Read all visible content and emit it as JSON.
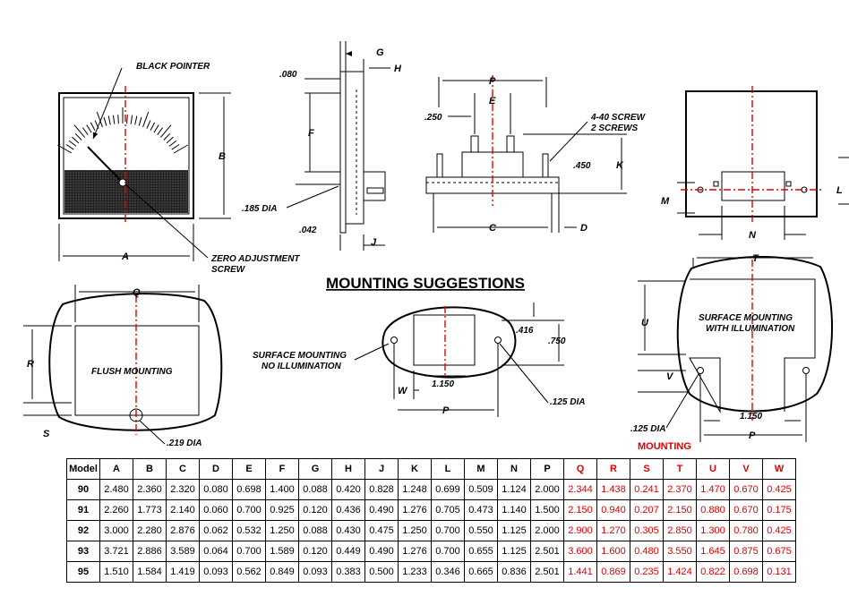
{
  "labels": {
    "black_pointer": "BLACK POINTER",
    "zero_adjust_1": "ZERO ADJUSTMENT",
    "zero_adjust_2": "SCREW",
    "dim_080": ".080",
    "dim_185": ".185 DIA",
    "dim_042": ".042",
    "dim_250": ".250",
    "screw_1": "4-40 SCREW",
    "screw_2": "2 SCREWS",
    "dim_450": ".450",
    "mounting_title": "MOUNTING SUGGESTIONS",
    "flush": "FLUSH MOUNTING",
    "dim_219": ".219 DIA",
    "surf_noillum_1": "SURFACE MOUNTING",
    "surf_noillum_2": "NO ILLUMINATION",
    "dim_416": ".416",
    "dim_750": ".750",
    "dim_1150_a": "1.150",
    "dim_125_a": ".125 DIA",
    "surf_illum_1": "SURFACE MOUNTING",
    "surf_illum_2": "WITH ILLUMINATION",
    "dim_125_b": ".125 DIA",
    "dim_1150_b": "1.150",
    "mounting_red": "MOUNTING",
    "A": "A",
    "B": "B",
    "C": "C",
    "D": "D",
    "E": "E",
    "F": "F",
    "G": "G",
    "H": "H",
    "J": "J",
    "K": "K",
    "L": "L",
    "M": "M",
    "N": "N",
    "P1": "P",
    "P2": "P",
    "P3": "P",
    "Q": "Q",
    "R": "R",
    "S": "S",
    "T": "T",
    "U": "U",
    "V": "V",
    "W": "W"
  },
  "table": {
    "headers": [
      "Model",
      "A",
      "B",
      "C",
      "D",
      "E",
      "F",
      "G",
      "H",
      "J",
      "K",
      "L",
      "M",
      "N",
      "P",
      "Q",
      "R",
      "S",
      "T",
      "U",
      "V",
      "W"
    ],
    "rows": [
      [
        "90",
        "2.480",
        "2.360",
        "2.320",
        "0.080",
        "0.698",
        "1.400",
        "0.088",
        "0.420",
        "0.828",
        "1.248",
        "0.699",
        "0.509",
        "1.124",
        "2.000",
        "2.344",
        "1.438",
        "0.241",
        "2.370",
        "1.470",
        "0.670",
        "0.425"
      ],
      [
        "91",
        "2.260",
        "1.773",
        "2.140",
        "0.060",
        "0.700",
        "0.925",
        "0.120",
        "0.436",
        "0.490",
        "1.276",
        "0.705",
        "0.473",
        "1.140",
        "1.500",
        "2.150",
        "0.940",
        "0.207",
        "2.150",
        "0.880",
        "0.670",
        "0.175"
      ],
      [
        "92",
        "3.000",
        "2.280",
        "2.876",
        "0.062",
        "0.532",
        "1.250",
        "0.088",
        "0.430",
        "0.475",
        "1.250",
        "0.700",
        "0.550",
        "1.125",
        "2.000",
        "2.900",
        "1.270",
        "0.305",
        "2.850",
        "1.300",
        "0.780",
        "0.425"
      ],
      [
        "93",
        "3.721",
        "2.886",
        "3.589",
        "0.064",
        "0.700",
        "1.589",
        "0.120",
        "0.449",
        "0.490",
        "1.276",
        "0.700",
        "0.655",
        "1.125",
        "2.501",
        "3.600",
        "1.600",
        "0.480",
        "3.550",
        "1.645",
        "0.875",
        "0.675"
      ],
      [
        "95",
        "1.510",
        "1.584",
        "1.419",
        "0.093",
        "0.562",
        "0.849",
        "0.093",
        "0.383",
        "0.500",
        "1.233",
        "0.346",
        "0.665",
        "0.836",
        "2.501",
        "1.441",
        "0.869",
        "0.235",
        "1.424",
        "0.822",
        "0.698",
        "0.131"
      ]
    ]
  },
  "colors": {
    "accent": "#e00000",
    "ink": "#000000"
  }
}
